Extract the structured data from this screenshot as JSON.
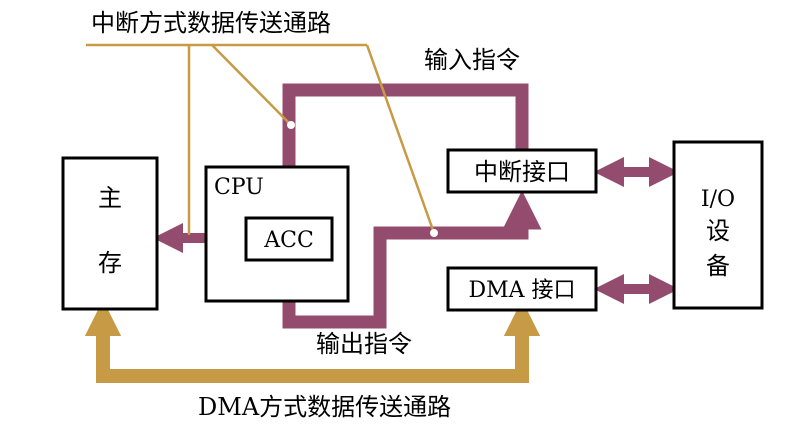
{
  "labels": {
    "interrupt_path": "中断方式数据传送通路",
    "dma_path": "DMA方式数据传送通路",
    "input_instruction": "输入指令",
    "output_instruction": "输出指令"
  },
  "boxes": {
    "memory": {
      "line1": "主",
      "line2": "存"
    },
    "cpu": "CPU",
    "acc": "ACC",
    "interrupt_interface": "中断接口",
    "dma_interface": "DMA 接口",
    "io_device": {
      "line1": "I/O",
      "line2": "设",
      "line3": "备"
    }
  },
  "colors": {
    "interrupt_path": "#944C6E",
    "dma_path": "#C79A45",
    "leader_line": "#C79A45",
    "box_border": "#000000"
  }
}
